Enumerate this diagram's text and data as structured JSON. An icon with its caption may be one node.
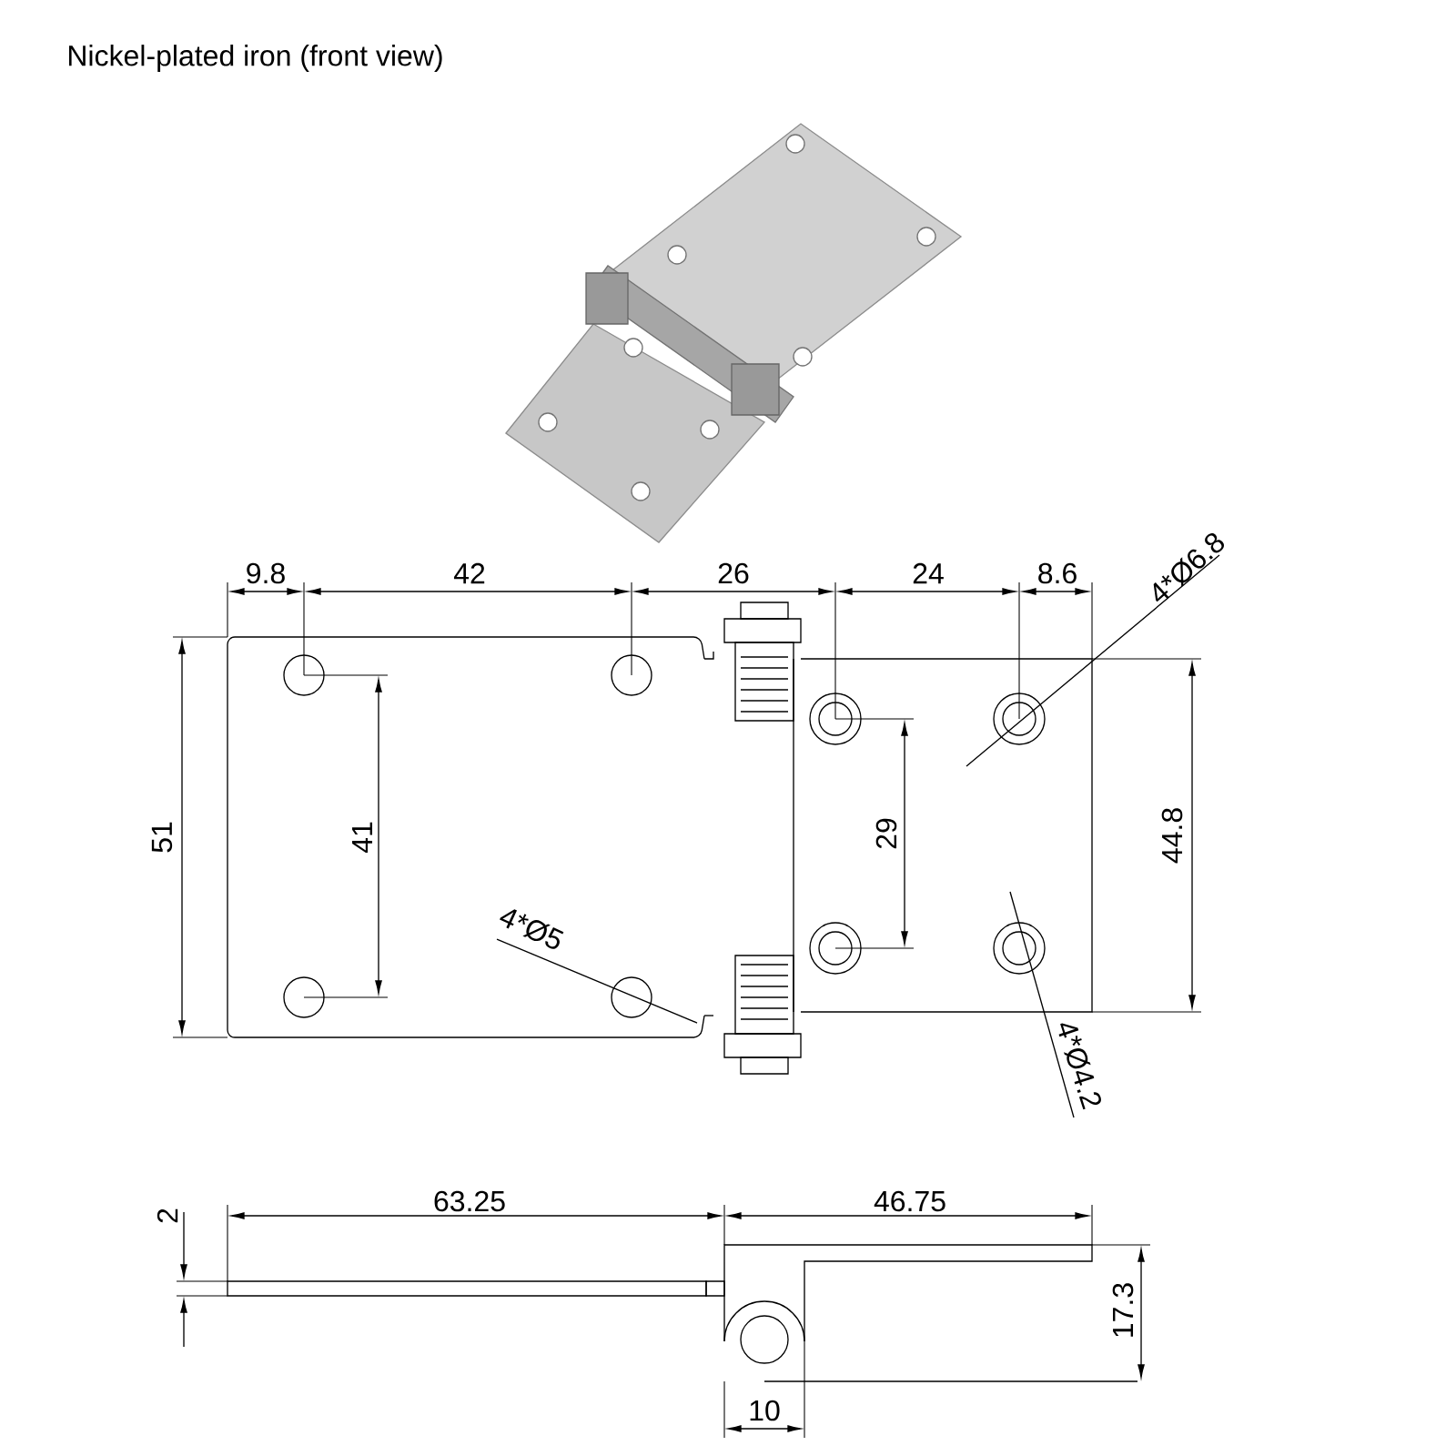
{
  "diagram": {
    "title": "Nickel-plated iron (front view)",
    "labels": [
      "9.8",
      "42",
      "26",
      "24",
      "8.6",
      "4*Ø6.8",
      "51",
      "41",
      "29",
      "44.8",
      "4*Ø5",
      "4*Ø4.2",
      "2",
      "63.25",
      "46.75",
      "17.3",
      "10"
    ]
  }
}
